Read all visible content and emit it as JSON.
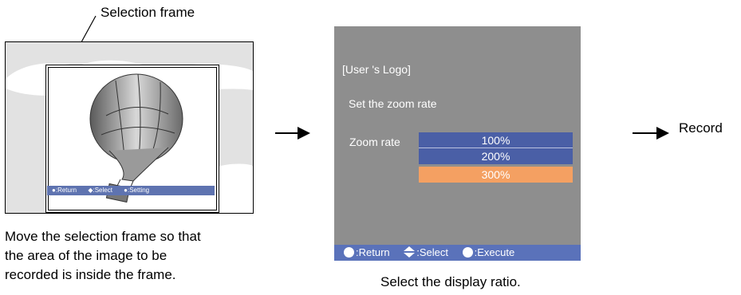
{
  "left": {
    "callout": "Selection frame",
    "bar": {
      "return": "Return",
      "select": "Select",
      "setting": "Setting"
    },
    "caption": [
      "Move the selection frame so that",
      "the area of the image to be",
      "recorded is inside the frame."
    ]
  },
  "osd": {
    "title": "[User 's Logo]",
    "instruction": "Set the zoom rate",
    "zoom_label": "Zoom rate",
    "options": [
      "100%",
      "200%",
      "300%"
    ],
    "selected_index": 2,
    "bar": {
      "return": ":Return",
      "select": ":Select",
      "execute": ":Execute"
    }
  },
  "mid_caption": "Select the display ratio.",
  "record_label": "Record",
  "colors": {
    "panel_bg": "#8e8e8e",
    "option_blue": "#4a5fa6",
    "option_selected": "#f4a062",
    "bar_blue": "#5a72ba"
  }
}
